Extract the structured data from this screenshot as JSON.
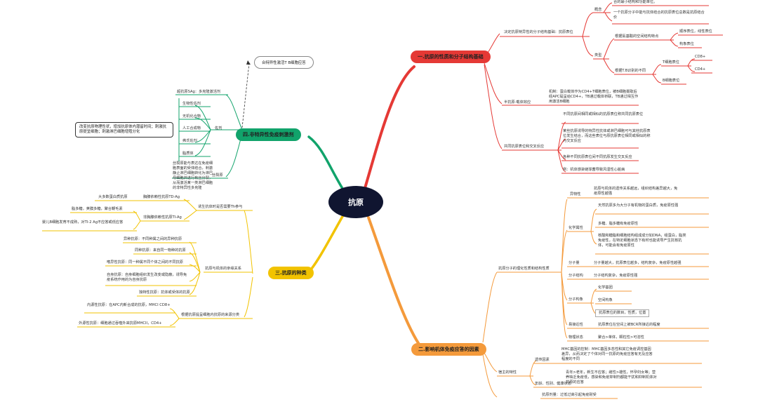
{
  "root": "抗原",
  "branch1": {
    "title": "一.抗原的性质和分子结构基础",
    "label_epitope": "决定抗原特异性的分子结构基础：抗原表位",
    "concept_label": "概念",
    "concept_items": [
      "合的最小结构和功能单位。",
      "一个抗原分子中能与抗体结合的抗原表位总数是抗原结合价"
    ],
    "type_label": "类型",
    "spatial": "根据氨基酸的空间结构特点",
    "seq": "顺序表位，线性表位",
    "conf": "构象表位",
    "tb": "根据T.B识别的不同",
    "t_epi": "T细胞表位",
    "cd8": "CD8+",
    "cd4": "CD4+",
    "b_epi": "B细胞表位",
    "carrier_label": "半抗原-载体效应",
    "carrier_text": "机制：蛋白载体作为CD4+T细胞表位，被B细胞摄取后经APC提呈给CD4+，TB通过载体桥联，TB通过相互作用激活B细胞",
    "cross_label": "共同抗原表位和交叉反应",
    "cross_items": [
      "不同抗原间相同或相似的抗原表位称共同抗原表位",
      "某些抗原诱导的特异性抗体或淋巴细胞可与其他抗原表位发生结合，而这些表位与原抗原表位相同或相似的称为交叉反应",
      "各种不同抗原表位间不同抗原发生交叉反应",
      "例：机体感染链球菌导致风湿性心脏病"
    ]
  },
  "branch4": {
    "title": "四.非特异性免疫刺激剂",
    "cloud": "合特异性激活T B细胞应答",
    "sag": "超抗原SAg：多克隆激活剂",
    "item_label": "佐剂",
    "items": [
      "生物性佐剂",
      "无机化合物",
      "人工合成物",
      "弗氏佐剂",
      "脂质体"
    ],
    "note": "改变抗原物理性状，增加抗原体内潜留时间；刺激抗原提呈细胞；刺激淋巴细胞增殖分化",
    "mitogen_label": "丝裂原",
    "mitogen_text": "丝裂原能与表达在免疫细胞表面的受体结合，刺激静止淋巴细胞转化为淋巴母细胞并进行有丝分裂，从而激活某一类淋巴细胞的非特异性多克隆"
  },
  "branch3": {
    "title": "三.抗原的种类",
    "th_label": "诱生抗体时是否需要Th参与",
    "td": "胸腺依赖性抗原TD-Ag",
    "td_desc": "大多数蛋白质抗原",
    "ti": "非胸腺依赖性抗原TI-Ag",
    "ti1": "脂多糖，荚膜多糖，聚合鞭毛素",
    "ti2": "婴儿B细胞发育不成熟，对TI-2 Ag不应答或低应答",
    "relation_label": "抗原与机体的亲缘关系",
    "relation_items": [
      "异种抗原：不同种属之间的异种抗原",
      "同种抗原：来自同一物种的抗原",
      "嗜异性抗原：同一种属不同个体之间的不同抗原",
      "自身抗原：自身细胞组织发生改变或隐蔽，诱导免疫系统作用的为自身抗原",
      "独特性抗原：抗体或受体的抗原"
    ],
    "mhc_label": "根据抗原提呈细胞内抗原的来源分类",
    "endo": "内源性抗原：在APC内新合成的抗原，MHCI CD8+",
    "exo": "外源性抗原：细胞通过吞噬外来抗原MHCII，CD4+"
  },
  "branch2": {
    "title": "二.影响机体免疫应答的因素",
    "antigen_label": "抗原分子的理化性质和结构性质",
    "foreign_label": "异物性",
    "foreign_text": "抗原与机体的遗传关系越远，组织结构差异越大，免疫原性越强",
    "chem_label": "化学属性",
    "chem_items": [
      "天然抗原多为大分子有机物的蛋白质，免疫原性强",
      "多糖、脂多糖有免疫原性",
      "核酸和糖脂和细胞结构组成成分如DNA，组蛋白，脂类免疫性，在特定细胞状态下有时也能诱导产生抗核抗体，可能会有免疫原性"
    ],
    "mw_label": "分子量",
    "mw_text": "分子量越大，抗原表位越多，结构复杂，免疫原性越强",
    "struct_label": "分子结构",
    "struct_text": "分子结构复杂，免疫原性强",
    "conf_label": "分子构象",
    "conf_items": [
      "化学基团",
      "空间构象",
      "抗原表位的数目，性质，位置"
    ],
    "access_label": "易接近性",
    "access_text": "抗原表位在空间上被BCR所接近的程度",
    "phys_label": "物理状态",
    "phys_text": "聚合>单体，颗粒性>可溶性",
    "host_label": "宿主的特性",
    "genetic_label": "遗传因素",
    "genetic_text": "MHC基因的控制：MHC基因多态性和其它免疫调控基因差异，从而决定了个体对同一抗原的免疫应答有无及应答程度的不同",
    "age_label": "年龄、性别、健康状态",
    "age_text": "青年>老年，新生不应答；雌性>雄性，怀孕妇女等；营养缺乏免疫低，感染和免疫抑制剂都能干扰和抑制机体对抗原的应答",
    "dose": "抗原剂量：过低过高引起免疫耐受"
  }
}
